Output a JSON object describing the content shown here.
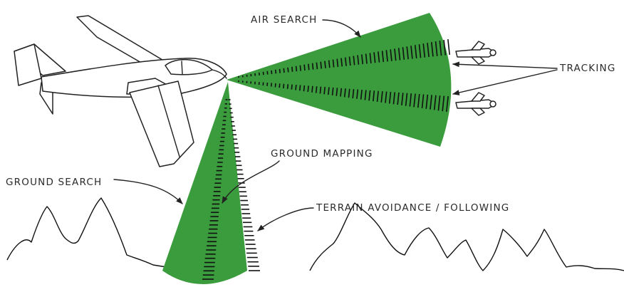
{
  "labels": {
    "air_search": "AIR SEARCH",
    "tracking": "TRACKING",
    "ground_mapping": "GROUND MAPPING",
    "ground_search": "GROUND SEARCH",
    "terrain_avoidance": "TERRAIN AVOIDANCE / FOLLOWING"
  },
  "colors": {
    "beam": "#3a9c3c",
    "line": "#222222",
    "background": "#ffffff"
  }
}
